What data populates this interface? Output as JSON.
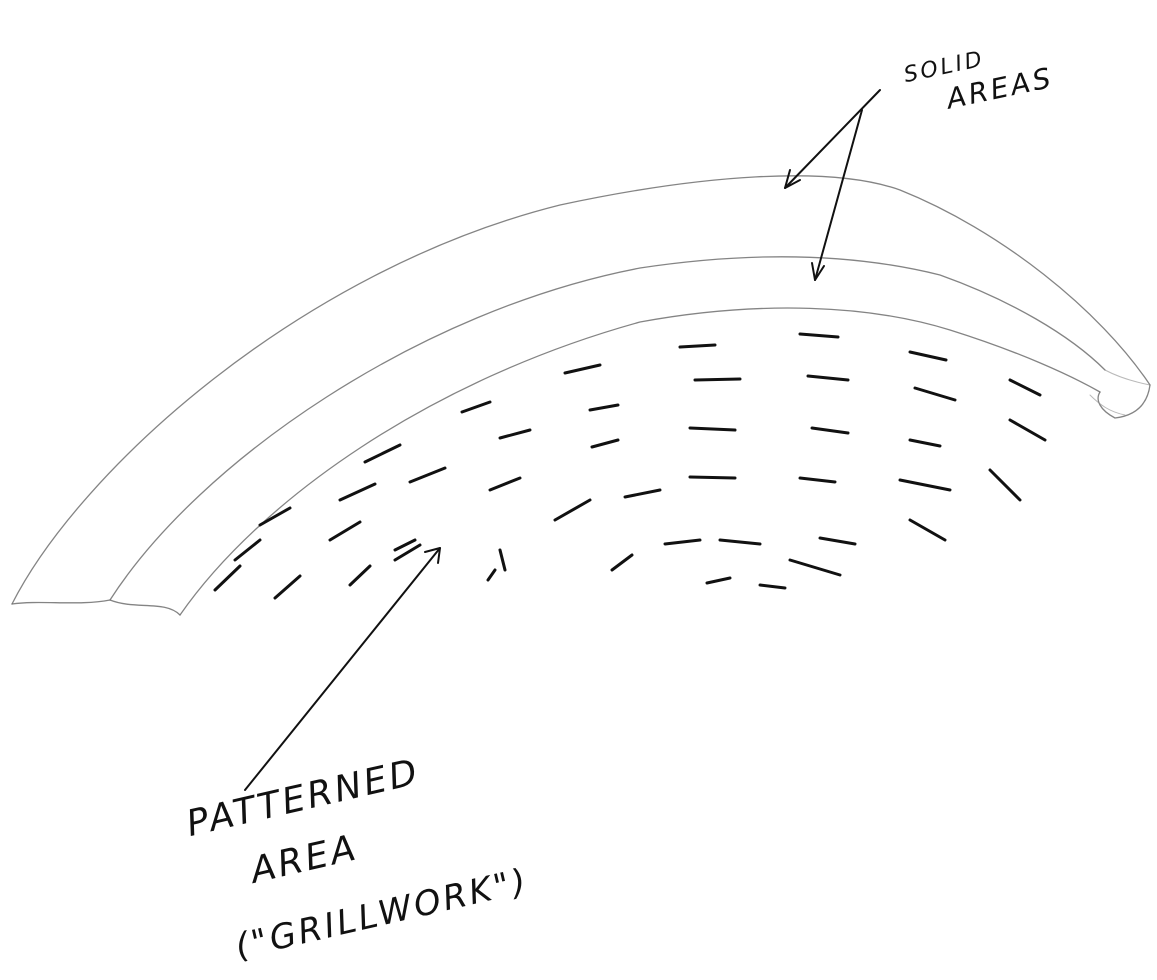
{
  "annotations": {
    "solid_areas": {
      "line1": "SOLID",
      "line2": "AREAS"
    },
    "patterned_area": {
      "line1": "PATTERNED",
      "line2": "AREA",
      "line3": "(\"GRILLWORK\")"
    }
  }
}
